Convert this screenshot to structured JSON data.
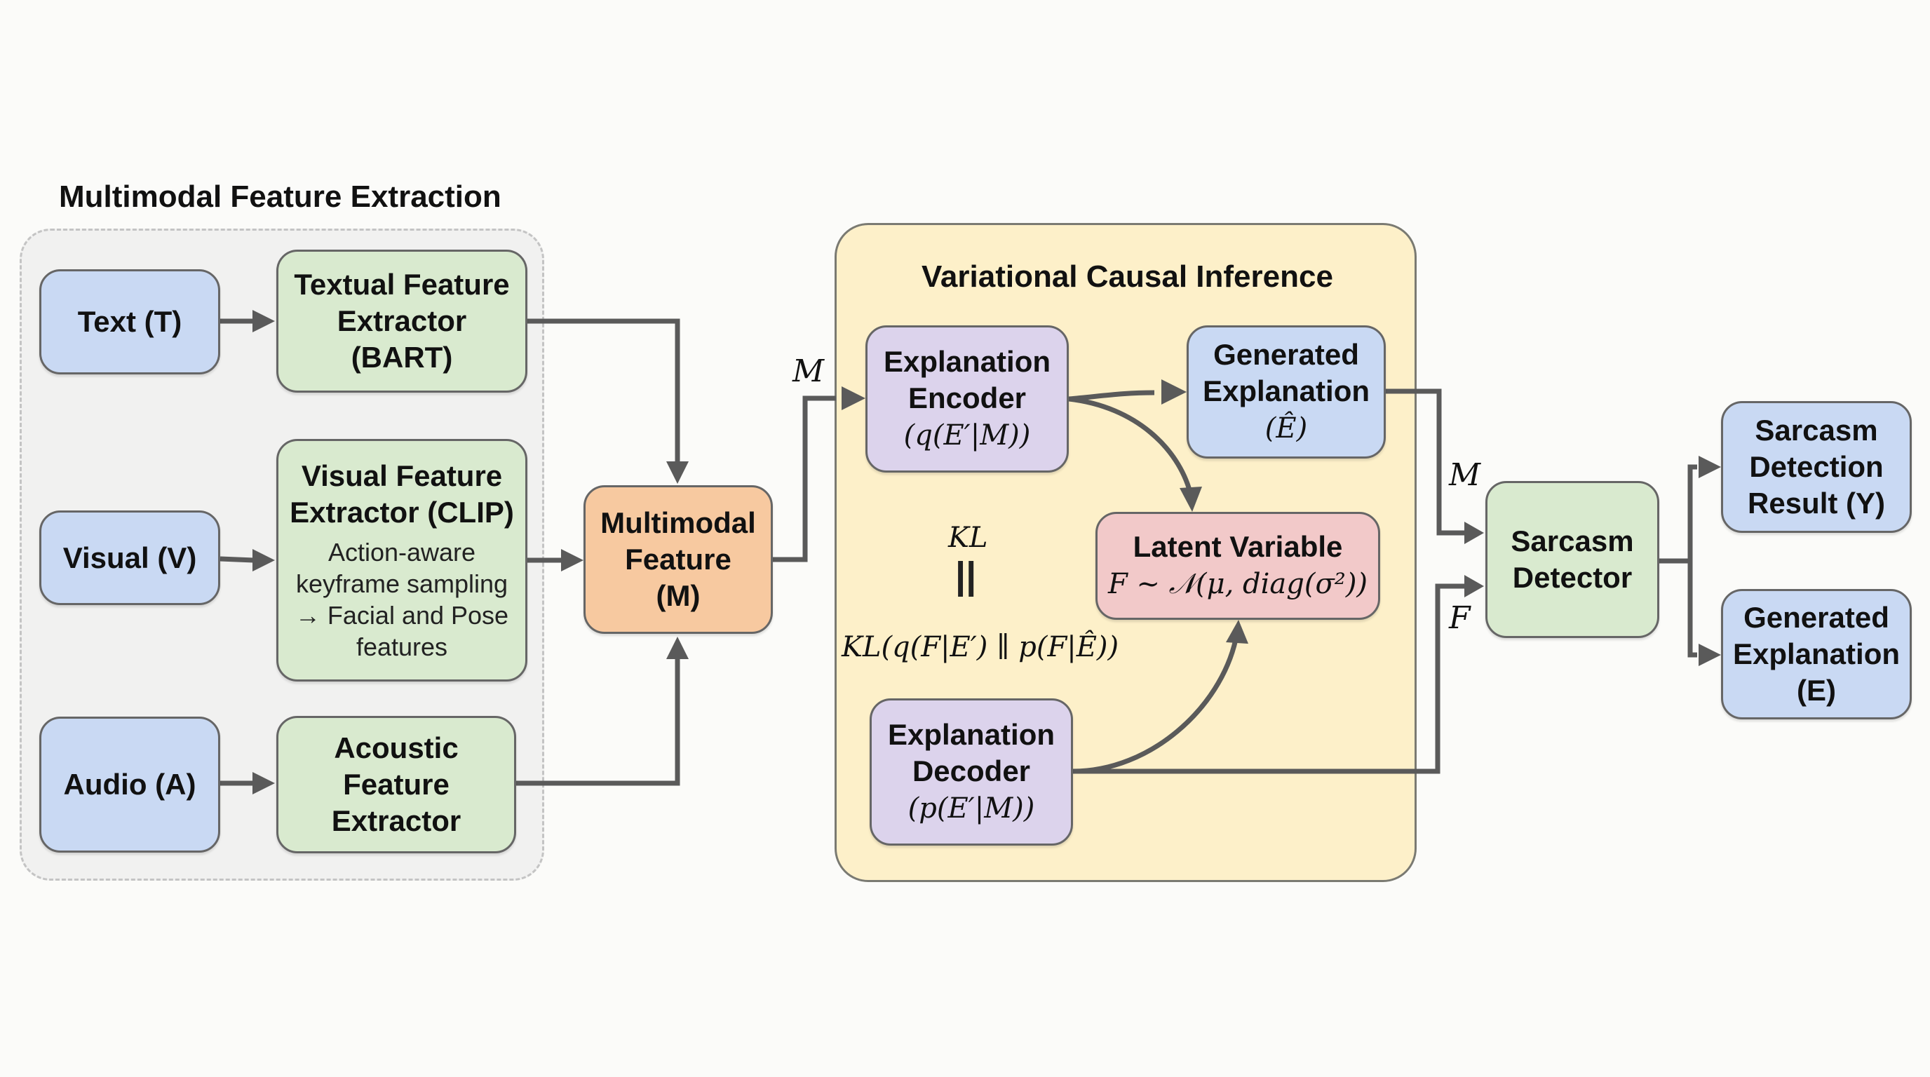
{
  "groups": {
    "feature_extraction": {
      "title": "Multimodal Feature Extraction"
    },
    "causal_inference": {
      "title": "Variational Causal Inference"
    }
  },
  "nodes": {
    "text_input": {
      "title": "Text (T)"
    },
    "visual_input": {
      "title": "Visual (V)"
    },
    "audio_input": {
      "title": "Audio (A)"
    },
    "textual_extractor": {
      "title": "Textual Feature Extractor (BART)"
    },
    "visual_extractor": {
      "title": "Visual Feature Extractor (CLIP)",
      "subtitle": "Action-aware keyframe sampling → Facial and Pose features"
    },
    "acoustic_extractor": {
      "title": "Acoustic Feature Extractor"
    },
    "multimodal_feature": {
      "title": "Multimodal Feature (M)"
    },
    "explanation_encoder": {
      "title": "Explanation Encoder",
      "formula": "(q(E′|M))"
    },
    "generated_explanation_hat": {
      "title": "Generated Explanation",
      "formula": "(Ê)"
    },
    "latent_variable": {
      "title": "Latent Variable",
      "formula": "F ~ 𝒩(μ, diag(σ²))"
    },
    "explanation_decoder": {
      "title": "Explanation Decoder",
      "formula": "(p(E′|M))"
    },
    "sarcasm_detector": {
      "title": "Sarcasm Detector"
    },
    "detection_result": {
      "title": "Sarcasm Detection Result (Y)"
    },
    "generated_explanation_out": {
      "title": "Generated Explanation (E)"
    }
  },
  "edge_labels": {
    "m_to_encoder": "M",
    "m_to_detector": "M",
    "f_to_detector": "F",
    "kl_top": "KL",
    "kl_symbol": "||",
    "kl_formula": "KL(q(F|E′) ∥ p(F|Ê))"
  },
  "colors": {
    "input_blue": "#c9d9f3",
    "extractor_green": "#d9eacf",
    "fusion_orange": "#f7c9a0",
    "codec_purple": "#dcd3ec",
    "latent_pink": "#f2c9c9",
    "vci_panel": "#fdf0c9",
    "arrow": "#5a5a5a"
  }
}
